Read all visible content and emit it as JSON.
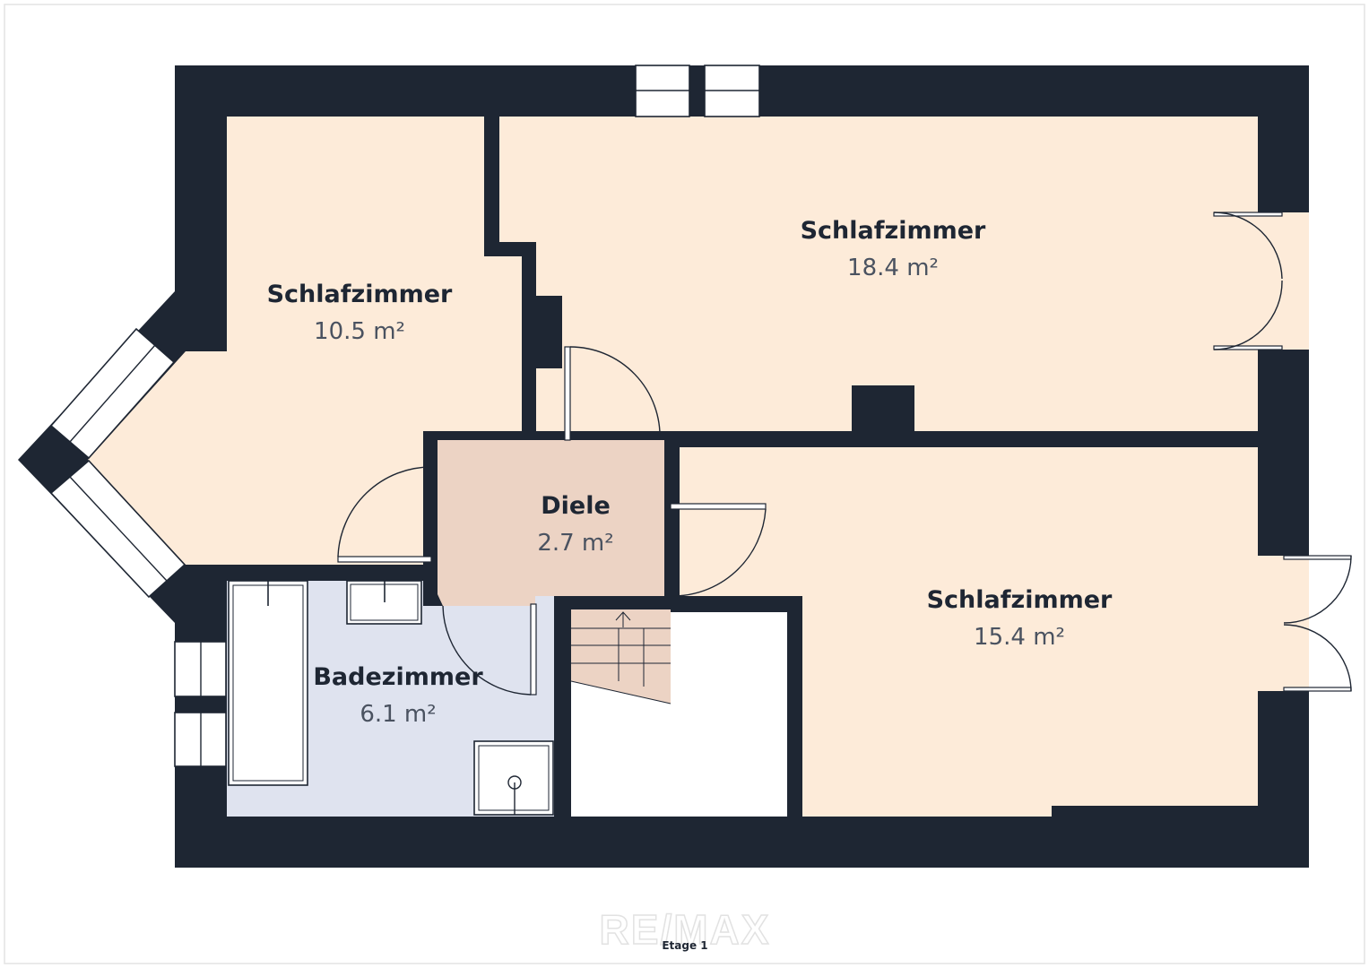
{
  "colors": {
    "wall": "#1e2633",
    "bedroom_floor": "#fdebd9",
    "hall_floor": "#ecd3c4",
    "bath_floor": "#dfe3ef",
    "background": "#ffffff"
  },
  "rooms": {
    "bedroom_left": {
      "name": "Schlafzimmer",
      "area": "10.5 m²"
    },
    "bedroom_top": {
      "name": "Schlafzimmer",
      "area": "18.4 m²"
    },
    "bedroom_right": {
      "name": "Schlafzimmer",
      "area": "15.4 m²"
    },
    "hall": {
      "name": "Diele",
      "area": "2.7 m²"
    },
    "bathroom": {
      "name": "Badezimmer",
      "area": "6.1 m²"
    }
  },
  "floor_label": "Etage 1",
  "watermark": "RE/MAX"
}
